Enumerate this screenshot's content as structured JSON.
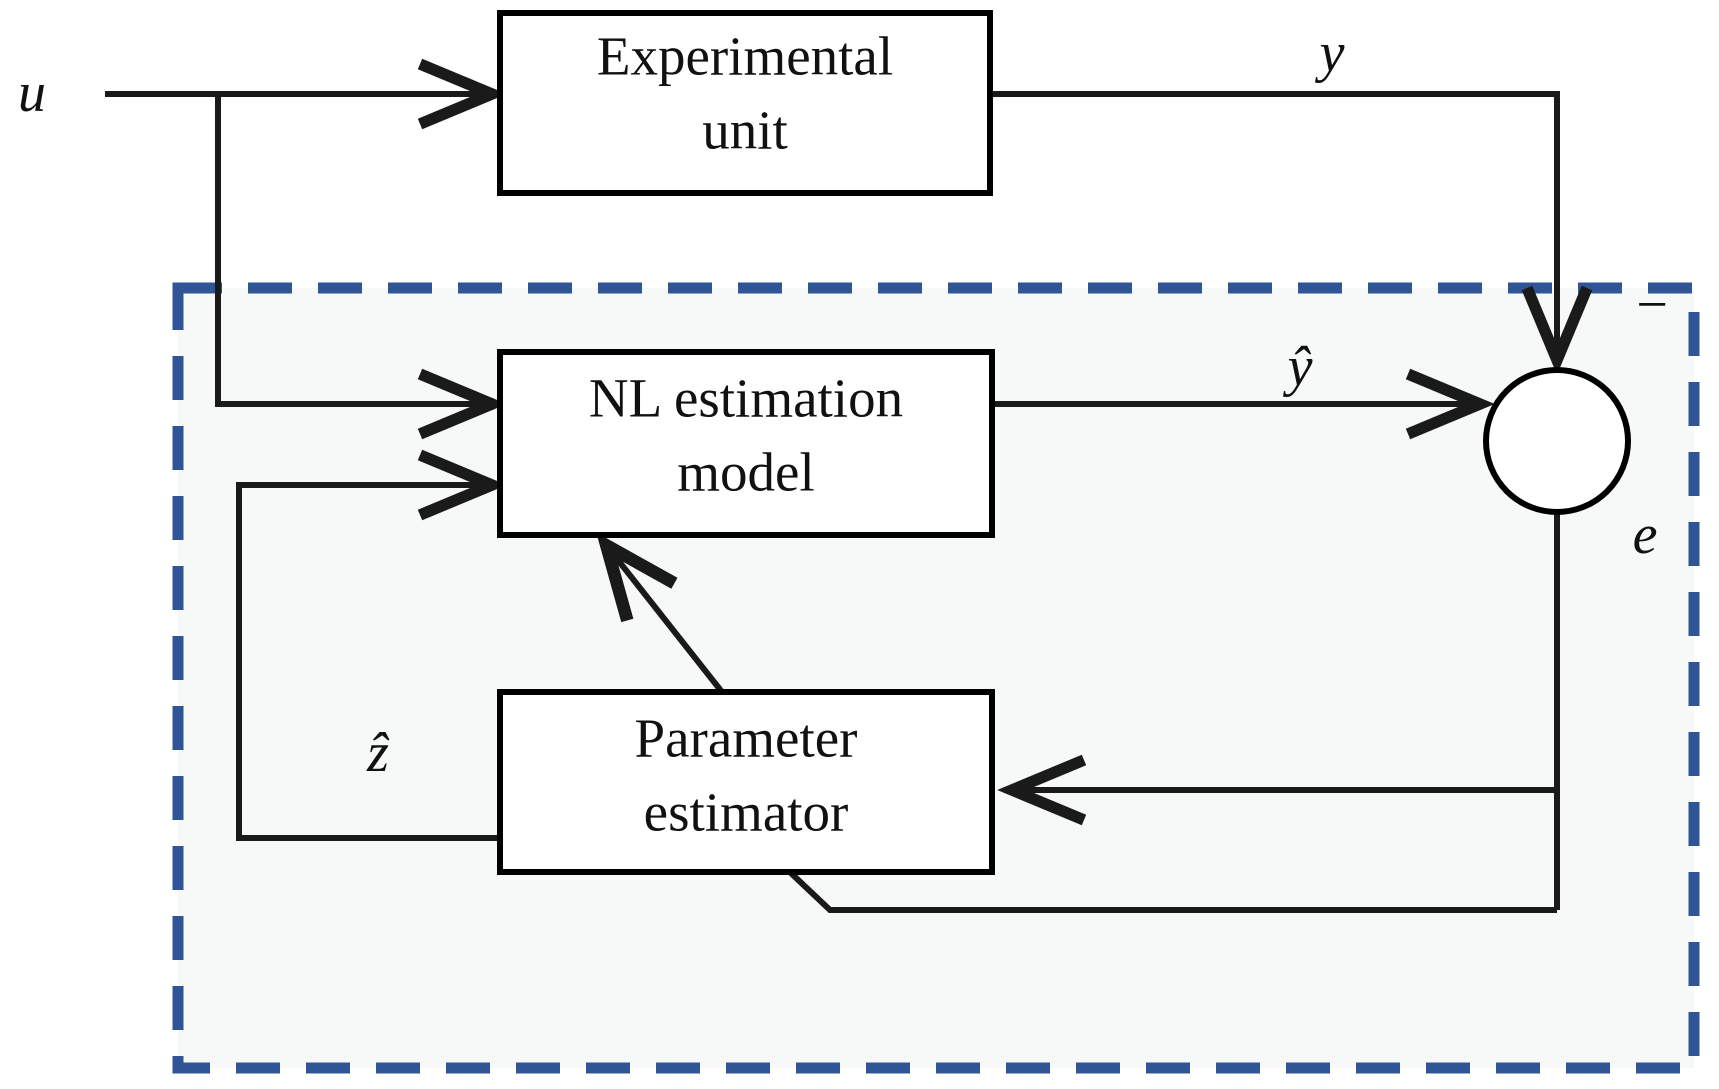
{
  "diagram": {
    "title": "Nonlinear estimation block diagram",
    "colors": {
      "dashed_border": "#2f5597",
      "region_fill": "#f7f8f8",
      "line": "#1a1a1a",
      "box_fill": "#ffffff",
      "text": "#111111"
    },
    "blocks": [
      {
        "id": "experimental-unit",
        "label_line1": "Experimental",
        "label_line2": "unit"
      },
      {
        "id": "nl-estimation-model",
        "label_line1": "NL estimation",
        "label_line2": "model"
      },
      {
        "id": "parameter-estimator",
        "label_line1": "Parameter",
        "label_line2": "estimator"
      }
    ],
    "summing_junction": {
      "id": "summing-junction",
      "sign_label": "−"
    },
    "signals": [
      {
        "id": "input-u",
        "label": "u"
      },
      {
        "id": "output-y",
        "label": "y"
      },
      {
        "id": "estimated-output-y-hat",
        "label": "ŷ"
      },
      {
        "id": "error-e",
        "label": "e"
      },
      {
        "id": "estimated-state-z-hat",
        "label": "ẑ"
      }
    ]
  }
}
